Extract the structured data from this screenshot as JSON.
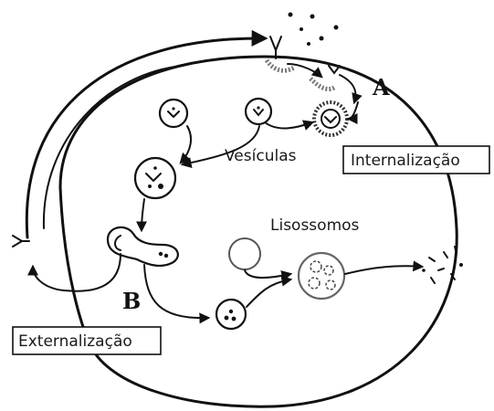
{
  "labels": {
    "letter_a": "A",
    "letter_b": "B",
    "vesicles": "Vesículas",
    "internalization": "Internalização",
    "lysosomes": "Lisossomos",
    "externalization": "Externalização"
  },
  "colors": {
    "line": "#111111",
    "background": "#ffffff",
    "lysosome_outline": "#555555"
  }
}
